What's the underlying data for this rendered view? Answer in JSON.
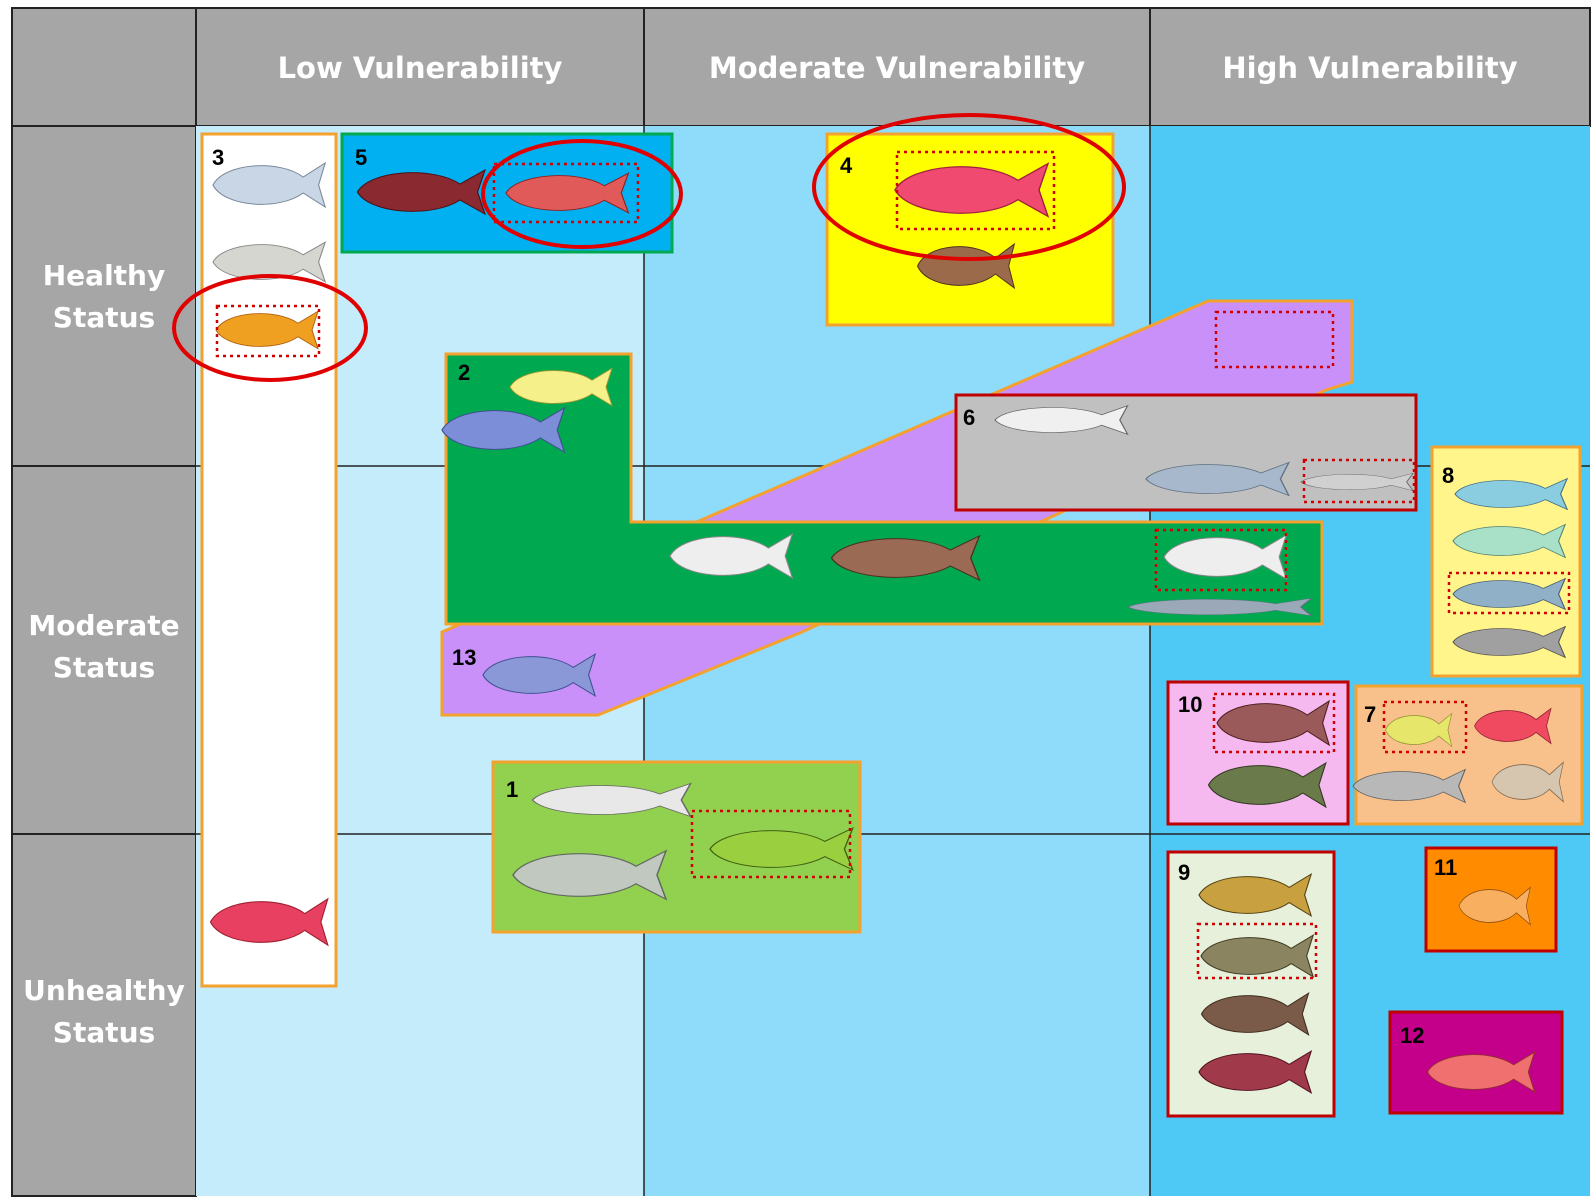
{
  "columns": [
    {
      "label": "Low Vulnerability"
    },
    {
      "label": "Moderate Vulnerability"
    },
    {
      "label": "High Vulnerability"
    }
  ],
  "rows": [
    {
      "line1": "Healthy",
      "line2": "Status"
    },
    {
      "line1": "Moderate",
      "line2": "Status"
    },
    {
      "line1": "Unhealthy",
      "line2": "Status"
    }
  ],
  "groups": [
    {
      "number": "1",
      "fill": "#92d050",
      "border": "#f4a22d"
    },
    {
      "number": "2",
      "fill": "#00a850",
      "border": "#f4a22d"
    },
    {
      "number": "3",
      "fill": "#ffffff",
      "border": "#f4a22d"
    },
    {
      "number": "4",
      "fill": "#ffff00",
      "border": "#f4a22d"
    },
    {
      "number": "5",
      "fill": "#00b0f0",
      "border": "#00a850"
    },
    {
      "number": "6",
      "fill": "#c0c0c0",
      "border": "#c00000"
    },
    {
      "number": "7",
      "fill": "#f8c08a",
      "border": "#f4a22d"
    },
    {
      "number": "8",
      "fill": "#fff58a",
      "border": "#f4a22d"
    },
    {
      "number": "9",
      "fill": "#e6f0da",
      "border": "#c00000"
    },
    {
      "number": "10",
      "fill": "#f5b8ef",
      "border": "#c00000"
    },
    {
      "number": "11",
      "fill": "#ff8c00",
      "border": "#c00000"
    },
    {
      "number": "12",
      "fill": "#c4008a",
      "border": "#c00000"
    },
    {
      "number": "13",
      "fill": "#c890f8",
      "border": "#f4a22d"
    }
  ],
  "colors": {
    "header_bg": "#a6a6a6",
    "col_low": "#c5ecfb",
    "col_moderate": "#8edcf9",
    "col_high": "#4ec8f5",
    "highlight_circle": "#e00000",
    "dotted_box": "#d00000",
    "purple_band": "#c890f8"
  }
}
